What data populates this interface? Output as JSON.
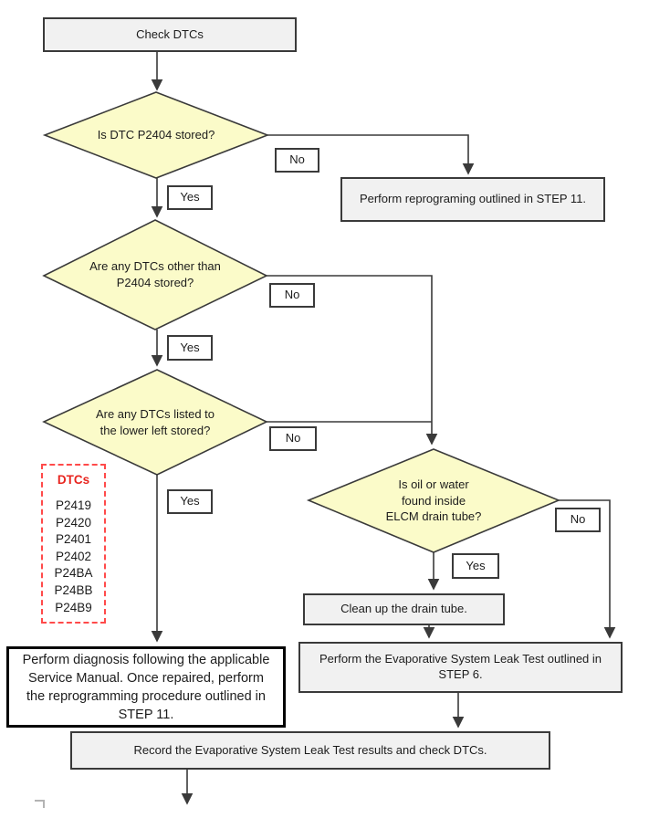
{
  "page": {
    "background": "#ffffff"
  },
  "colors": {
    "line": "#3a3a3a",
    "box-fill": "#f1f1f1",
    "diamond-fill": "#fbfbc9",
    "dtc-red": "#e8251f",
    "dtc-border": "#ff4a4a",
    "text": "#1c1c1c",
    "corner-mark": "#b3b3b3"
  },
  "labels": {
    "yes": "Yes",
    "no": "No"
  },
  "nodes": {
    "check_dtcs": "Check DTCs",
    "q_p2404": "Is DTC P2404 stored?",
    "reprogram": "Perform reprograming outlined in STEP 11.",
    "q_other_dtcs": "Are any DTCs other than\nP2404 stored?",
    "q_listed_dtcs": "Are any DTCs listed to\nthe lower left stored?",
    "q_oil_water": "Is oil or water\nfound inside\nELCM drain tube?",
    "diagnosis": "Perform diagnosis following the applicable\nService Manual. Once repaired, perform\nthe reprogramming procedure outlined in\nSTEP 11.",
    "clean_tube": "Clean up the drain tube.",
    "leak_test": "Perform the Evaporative System Leak Test outlined in\nSTEP 6.",
    "record": "Record the Evaporative System Leak Test results and check DTCs."
  },
  "dtc_box": {
    "title": "DTCs",
    "items": [
      "P2419",
      "P2420",
      "P2401",
      "P2402",
      "P24BA",
      "P24BB",
      "P24B9"
    ]
  }
}
